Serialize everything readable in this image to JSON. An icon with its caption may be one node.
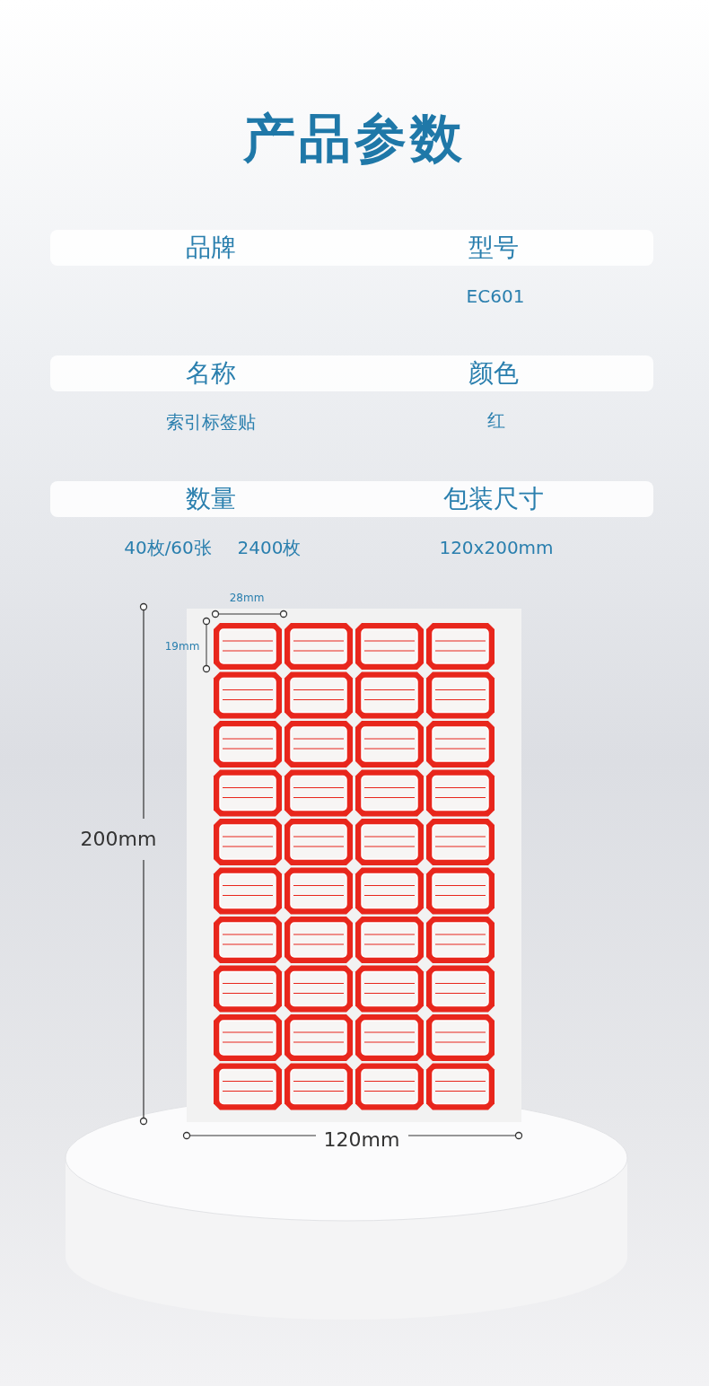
{
  "diagram": {
    "title": "产品参数",
    "labels": [
      "品牌",
      "型号",
      "EC601",
      "名称",
      "颜色",
      "索引标签贴",
      "红",
      "数量",
      "包装尺寸",
      "40枚/60张",
      "2400枚",
      "120x200mm",
      "28mm",
      "19mm",
      "200mm",
      "120mm"
    ]
  }
}
